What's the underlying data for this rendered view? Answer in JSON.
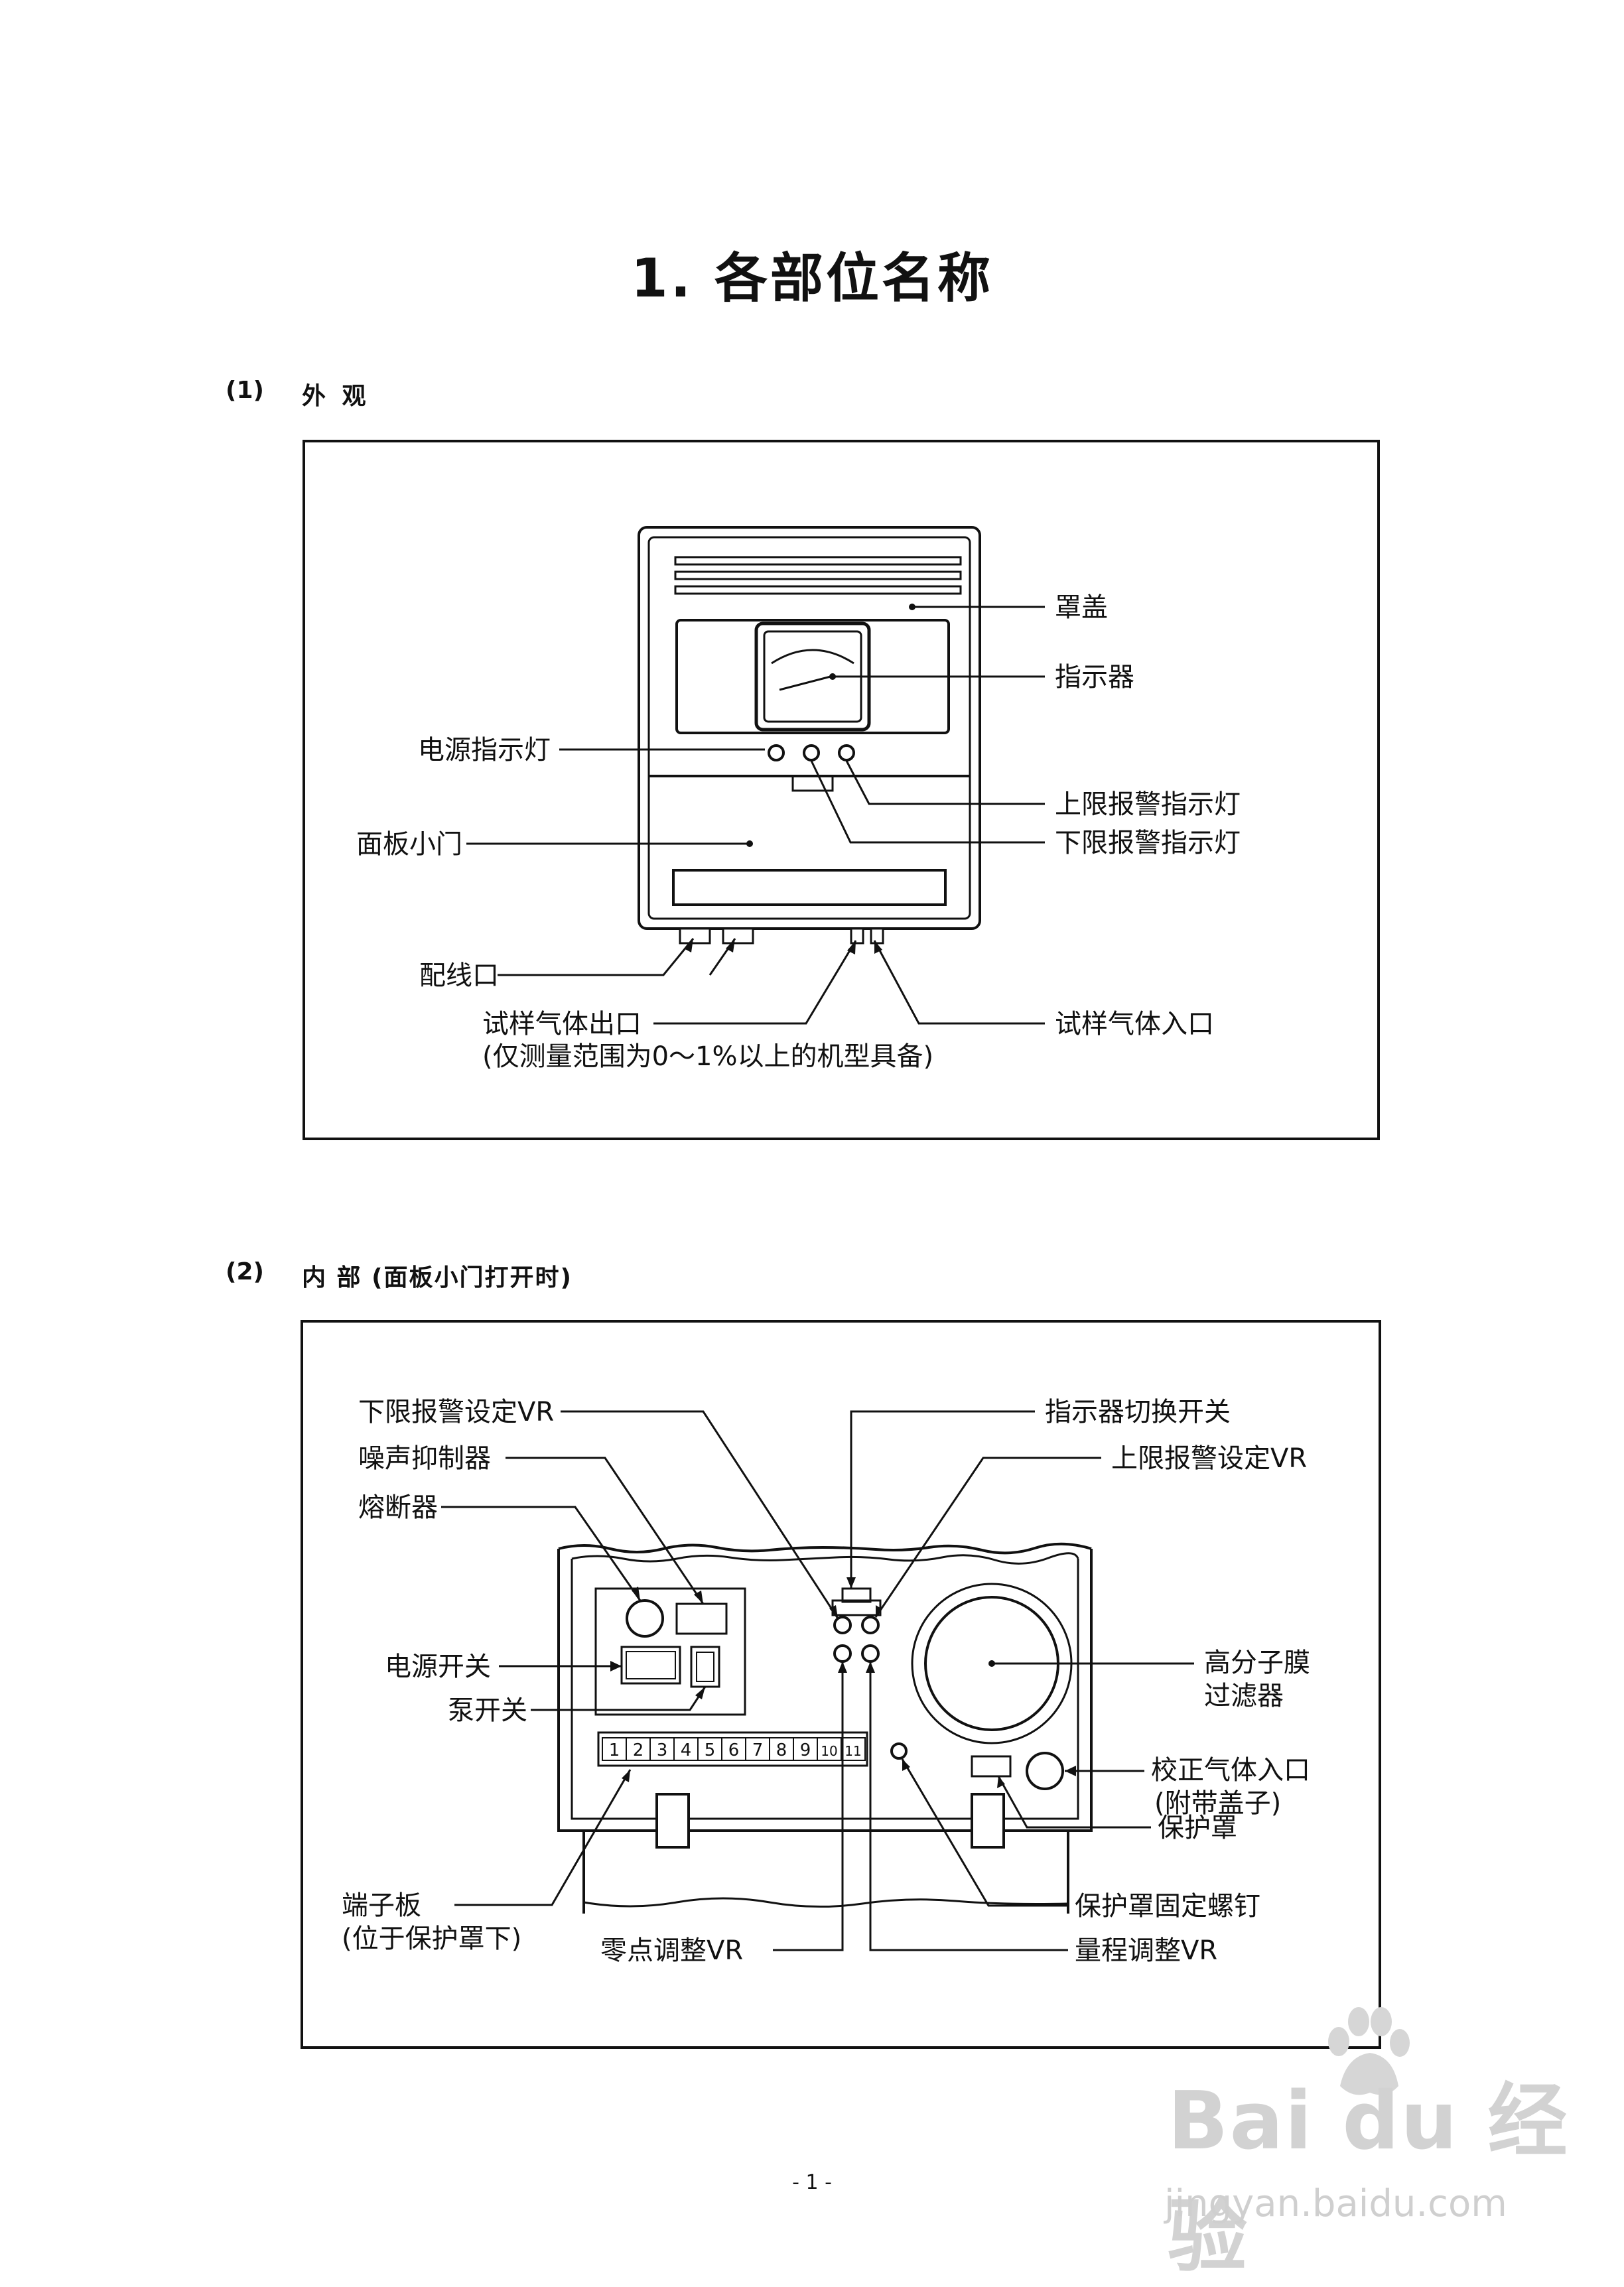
{
  "title": "1. 各部位名称",
  "section1": {
    "number": "(1)",
    "heading": "外 观",
    "labels": {
      "cover": "罩盖",
      "indicator": "指示器",
      "power_light": "电源指示灯",
      "upper_alarm_light": "上限报警指示灯",
      "lower_alarm_light": "下限报警指示灯",
      "panel_door": "面板小门",
      "wiring_port": "配线口",
      "sample_gas_outlet": "试样气体出口",
      "sample_gas_outlet_note": "(仅测量范围为0～1%以上的机型具备)",
      "sample_gas_inlet": "试样气体入口"
    }
  },
  "section2": {
    "number": "(2)",
    "heading": "内 部 (面板小门打开时)",
    "labels": {
      "lower_alarm_vr": "下限报警设定VR",
      "noise_suppressor": "噪声抑制器",
      "fuse": "熔断器",
      "power_switch": "电源开关",
      "pump_switch": "泵开关",
      "indicator_switch": "指示器切换开关",
      "upper_alarm_vr": "上限报警设定VR",
      "polymer_filter_1": "高分子膜",
      "polymer_filter_2": "过滤器",
      "calib_gas_inlet": "校正气体入口",
      "calib_gas_inlet_note": "(附带盖子)",
      "protective_cover": "保护罩",
      "terminal_board": "端子板",
      "terminal_board_note": "(位于保护罩下)",
      "zero_vr": "零点调整VR",
      "cover_screw": "保护罩固定螺钉",
      "span_vr": "量程调整VR"
    },
    "terminal_numbers": [
      "1",
      "2",
      "3",
      "4",
      "5",
      "6",
      "7",
      "8",
      "9",
      "10",
      "11"
    ]
  },
  "page_number": "- 1 -",
  "watermark": {
    "brand": "Bai du 经验",
    "url": "jingyan.baidu.com"
  }
}
